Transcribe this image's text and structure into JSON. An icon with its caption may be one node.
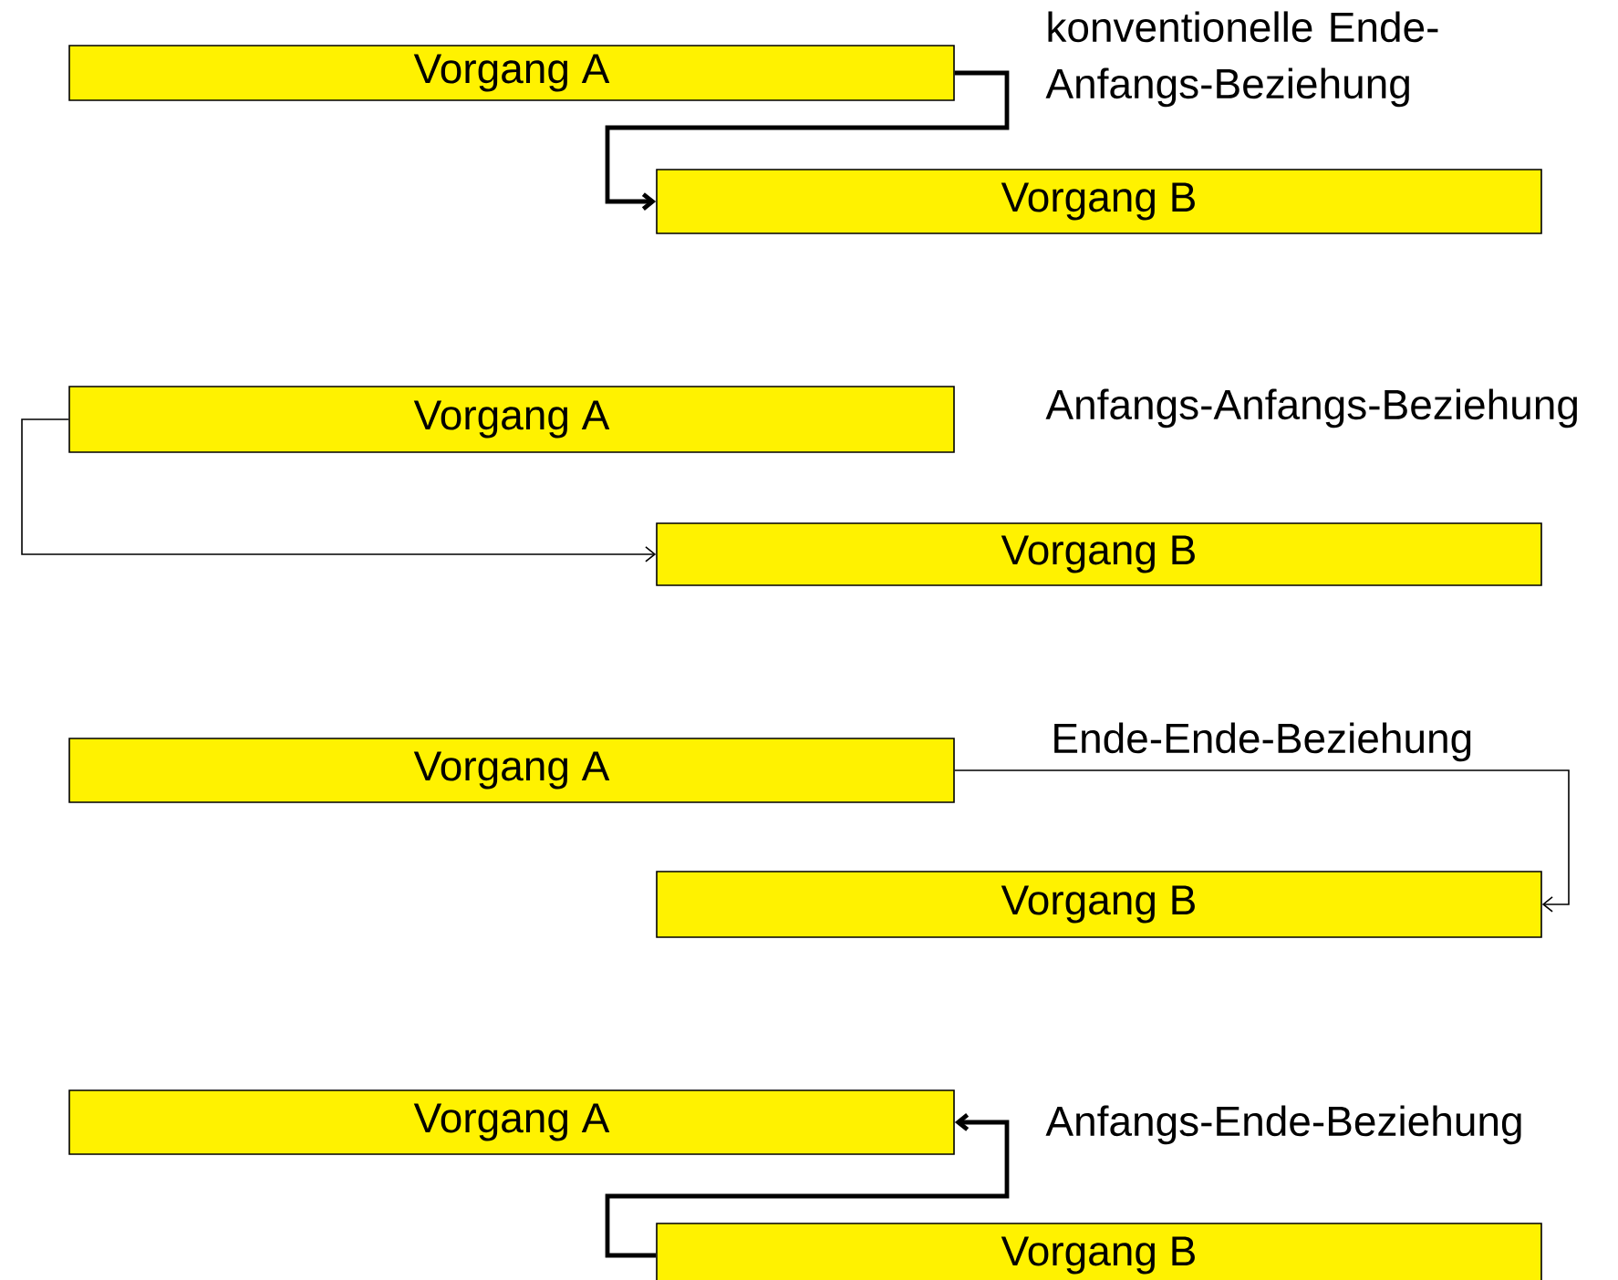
{
  "diagram": {
    "nodes": [
      {
        "text": [
          "Vorgang A"
        ]
      },
      {
        "text": [
          "Vorgang B"
        ]
      },
      {
        "text": [
          "Vorgang A"
        ]
      },
      {
        "text": [
          "Vorgang B"
        ]
      },
      {
        "text": [
          "Vorgang A"
        ]
      },
      {
        "text": [
          "Vorgang B"
        ]
      },
      {
        "text": [
          "Vorgang A"
        ]
      },
      {
        "text": [
          "Vorgang B"
        ]
      }
    ],
    "edges": [
      {
        "from": 0,
        "to": 1,
        "arrow": "to",
        "style": "thick"
      },
      {
        "from": 2,
        "to": 3,
        "arrow": "to"
      },
      {
        "from": 4,
        "to": 5,
        "arrow": "to"
      },
      {
        "from": 7,
        "to": 6,
        "arrow": "to",
        "style": "thick"
      }
    ],
    "labels": [
      "konventionelle Ende-Anfangs-Beziehung",
      "Anfangs-Anfangs-Beziehung",
      "Ende-Ende-Beziehung",
      "Anfangs-Ende-Beziehung"
    ]
  }
}
